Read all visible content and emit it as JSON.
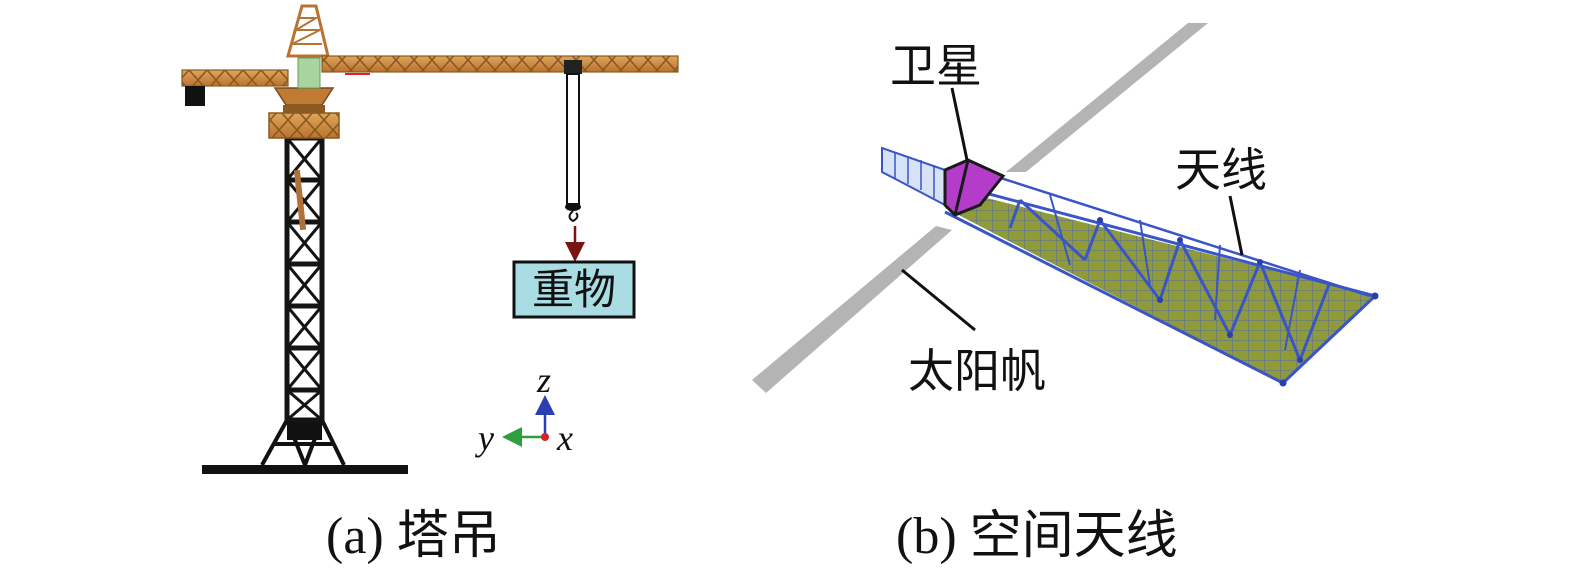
{
  "panel_a": {
    "caption": "(a) 塔吊",
    "payload_label": "重物",
    "axes": {
      "z": "z",
      "y": "y",
      "x": "x"
    }
  },
  "panel_b": {
    "caption": "(b) 空间天线",
    "labels": {
      "satellite": "卫星",
      "antenna": "天线",
      "solar_sail": "太阳帆"
    }
  },
  "colors": {
    "crane_orange": "#c8843a",
    "tower_black": "#141414",
    "payload_fill": "#a9dde3",
    "antenna_blue": "#3a55c8",
    "antenna_panel": "#8f9a3a",
    "satellite_magenta": "#b43cc8",
    "solar_gray": "#b4b4b4",
    "axis_z": "#2b3fb0",
    "axis_y": "#2f9e3f",
    "axis_x": "#d8232a"
  }
}
